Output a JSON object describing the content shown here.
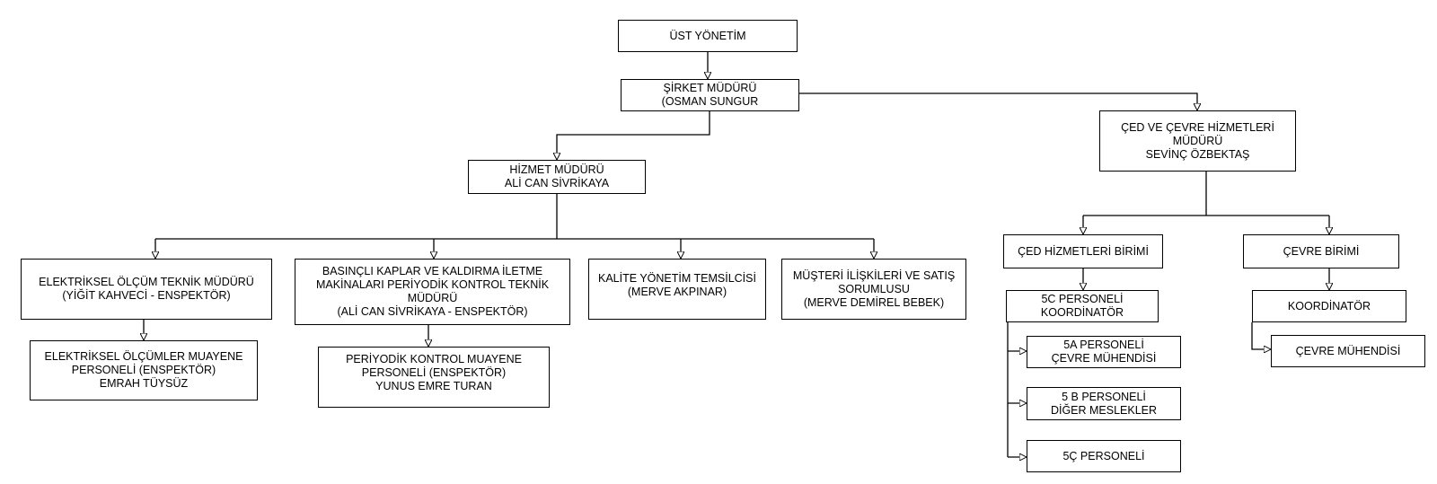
{
  "colors": {
    "line": "#000000",
    "box_border": "#000000",
    "text": "#000000",
    "background": "#ffffff"
  },
  "nodes": {
    "ust_yonetim": {
      "lines": [
        "ÜST YÖNETİM"
      ]
    },
    "sirket_muduru": {
      "lines": [
        "ŞİRKET MÜDÜRÜ",
        "(OSMAN SUNGUR"
      ]
    },
    "hizmet_muduru": {
      "lines": [
        "HİZMET MÜDÜRÜ",
        "ALİ CAN SİVRİKAYA"
      ]
    },
    "ced_cevre_muduru": {
      "lines": [
        "ÇED VE ÇEVRE HİZMETLERİ",
        "MÜDÜRÜ",
        "SEVİNÇ ÖZBEKTAŞ"
      ]
    },
    "elektriksel_teknik_muduru": {
      "lines": [
        "ELEKTRİKSEL ÖLÇÜM TEKNİK MÜDÜRÜ",
        "(YİĞİT KAHVECİ - ENSPEKTÖR)"
      ]
    },
    "elektriksel_personel": {
      "lines": [
        "ELEKTRİKSEL ÖLÇÜMLER MUAYENE",
        "PERSONELİ (ENSPEKTÖR)",
        "EMRAH TÜYSÜZ"
      ]
    },
    "basincli_kaplar_muduru": {
      "lines": [
        "BASINÇLI KAPLAR VE KALDIRMA İLETME",
        "MAKİNALARI PERİYODİK KONTROL TEKNİK",
        "MÜDÜRÜ",
        "(ALİ CAN SİVRİKAYA - ENSPEKTÖR)"
      ]
    },
    "periyodik_personel": {
      "lines": [
        "PERİYODİK KONTROL MUAYENE",
        "PERSONELİ (ENSPEKTÖR)",
        "YUNUS EMRE TURAN"
      ]
    },
    "kalite_temsilcisi": {
      "lines": [
        "KALİTE YÖNETİM TEMSİLCİSİ",
        "(MERVE AKPINAR)"
      ]
    },
    "musteri_iliskileri": {
      "lines": [
        "MÜŞTERİ İLİŞKİLERİ VE SATIŞ",
        "SORUMLUSU",
        "(MERVE DEMİREL BEBEK)"
      ]
    },
    "ced_birimi": {
      "lines": [
        "ÇED HİZMETLERİ BİRİMİ"
      ]
    },
    "cevre_birimi": {
      "lines": [
        "ÇEVRE  BİRİMİ"
      ]
    },
    "personel_5c": {
      "lines": [
        "5C PERSONELİ",
        "KOORDİNATÖR"
      ]
    },
    "personel_5a": {
      "lines": [
        "5A PERSONELİ",
        "ÇEVRE MÜHENDİSİ"
      ]
    },
    "personel_5b": {
      "lines": [
        "5 B PERSONELİ",
        "DİĞER MESLEKLER"
      ]
    },
    "personel_5c2": {
      "lines": [
        "5Ç PERSONELİ"
      ]
    },
    "koordinator": {
      "lines": [
        "KOORDİNATÖR"
      ]
    },
    "cevre_muhendisi": {
      "lines": [
        "ÇEVRE MÜHENDİSİ"
      ]
    }
  }
}
